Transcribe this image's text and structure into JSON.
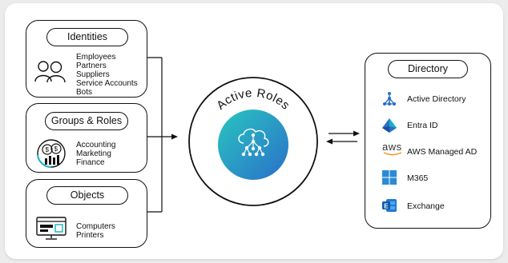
{
  "groups": [
    {
      "title": "Identities",
      "items": [
        "Employees",
        "Partners",
        "Suppliers",
        "Service Accounts",
        "Bots"
      ],
      "icon": "people-icon"
    },
    {
      "title": "Groups & Roles",
      "items": [
        "Accounting",
        "Marketing",
        "Finance"
      ],
      "icon": "chart-money-icon"
    },
    {
      "title": "Objects",
      "items": [
        "Computers",
        "Printers"
      ],
      "icon": "computer-printer-icon"
    }
  ],
  "center": {
    "title": "Active Roles",
    "icon": "cloud-network-icon"
  },
  "directory": {
    "title": "Directory",
    "items": [
      {
        "label": "Active Directory",
        "icon": "active-directory-icon"
      },
      {
        "label": "Entra ID",
        "icon": "entra-id-icon"
      },
      {
        "label": "AWS Managed AD",
        "icon": "aws-icon"
      },
      {
        "label": "M365",
        "icon": "windows-icon"
      },
      {
        "label": "Exchange",
        "icon": "exchange-icon"
      }
    ],
    "aws_text": "aws"
  },
  "colors": {
    "teal": "#17b3c1",
    "blue": "#2a6fc9",
    "line": "#111111"
  }
}
